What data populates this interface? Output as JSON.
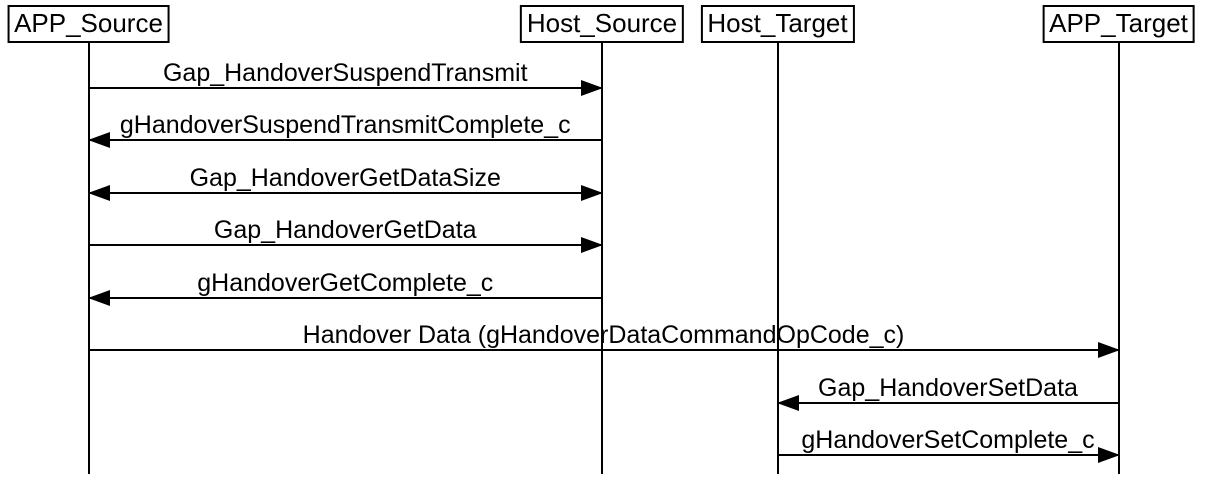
{
  "diagram": {
    "type": "sequence-diagram",
    "background_color": "#ffffff",
    "line_color": "#000000",
    "text_color": "#000000"
  },
  "actors": [
    {
      "id": "APP_Source",
      "label": "APP_Source"
    },
    {
      "id": "Host_Source",
      "label": "Host_Source"
    },
    {
      "id": "Host_Target",
      "label": "Host_Target"
    },
    {
      "id": "APP_Target",
      "label": "APP_Target"
    }
  ],
  "messages": [
    {
      "label": "Gap_HandoverSuspendTransmit",
      "from": "APP_Source",
      "to": "Host_Source",
      "bidirectional": false
    },
    {
      "label": "gHandoverSuspendTransmitComplete_c",
      "from": "Host_Source",
      "to": "APP_Source",
      "bidirectional": false
    },
    {
      "label": "Gap_HandoverGetDataSize",
      "from": "APP_Source",
      "to": "Host_Source",
      "bidirectional": true
    },
    {
      "label": "Gap_HandoverGetData",
      "from": "APP_Source",
      "to": "Host_Source",
      "bidirectional": false
    },
    {
      "label": "gHandoverGetComplete_c",
      "from": "Host_Source",
      "to": "APP_Source",
      "bidirectional": false
    },
    {
      "label": "Handover Data (gHandoverDataCommandOpCode_c)",
      "from": "APP_Source",
      "to": "APP_Target",
      "bidirectional": false
    },
    {
      "label": "Gap_HandoverSetData",
      "from": "APP_Target",
      "to": "Host_Target",
      "bidirectional": false
    },
    {
      "label": "gHandoverSetComplete_c",
      "from": "Host_Target",
      "to": "APP_Target",
      "bidirectional": false
    }
  ]
}
